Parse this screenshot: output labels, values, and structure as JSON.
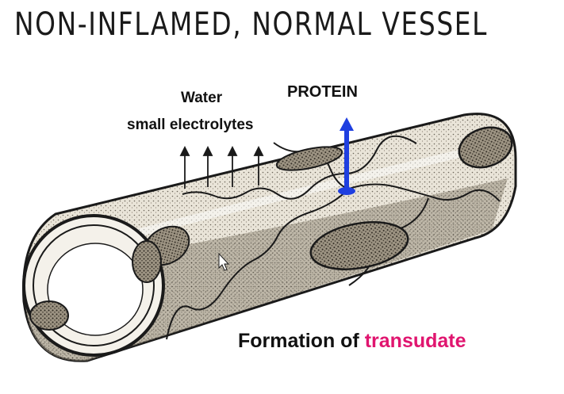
{
  "title": "NON-INFLAMED, NORMAL VESSEL",
  "labels": {
    "water": "Water",
    "electrolytes": "small electrolytes",
    "protein": "PROTEIN"
  },
  "caption": {
    "prefix": "Formation of",
    "highlight": "transudate"
  },
  "colors": {
    "protein_arrow": "#1f3fe0",
    "highlight": "#e0156f",
    "vessel_fill": "#d8d2c4",
    "ink": "#1a1a1a"
  },
  "icons": {
    "cursor": "mouse-pointer-icon"
  }
}
